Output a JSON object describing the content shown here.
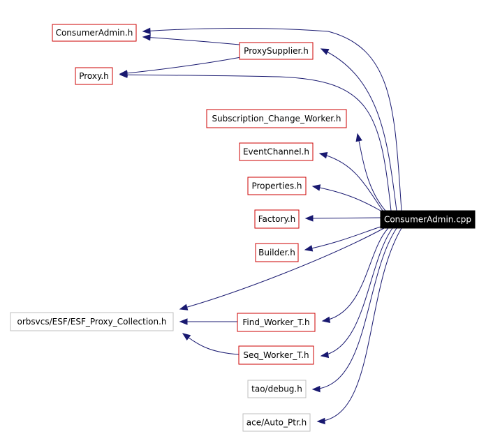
{
  "diagram": {
    "source_node": "ConsumerAdmin.cpp",
    "nodes": [
      {
        "id": "consumeradmin-h",
        "label": "ConsumerAdmin.h",
        "style": "red"
      },
      {
        "id": "proxysupplier-h",
        "label": "ProxySupplier.h",
        "style": "red"
      },
      {
        "id": "proxy-h",
        "label": "Proxy.h",
        "style": "red"
      },
      {
        "id": "subscription-change-worker-h",
        "label": "Subscription_Change_Worker.h",
        "style": "red"
      },
      {
        "id": "eventchannel-h",
        "label": "EventChannel.h",
        "style": "red"
      },
      {
        "id": "properties-h",
        "label": "Properties.h",
        "style": "red"
      },
      {
        "id": "factory-h",
        "label": "Factory.h",
        "style": "red"
      },
      {
        "id": "builder-h",
        "label": "Builder.h",
        "style": "red"
      },
      {
        "id": "esf-proxy-collection-h",
        "label": "orbsvcs/ESF/ESF_Proxy_Collection.h",
        "style": "gray"
      },
      {
        "id": "find-worker-t-h",
        "label": "Find_Worker_T.h",
        "style": "red"
      },
      {
        "id": "seq-worker-t-h",
        "label": "Seq_Worker_T.h",
        "style": "red"
      },
      {
        "id": "tao-debug-h",
        "label": "tao/debug.h",
        "style": "gray"
      },
      {
        "id": "ace-auto-ptr-h",
        "label": "ace/Auto_Ptr.h",
        "style": "gray"
      },
      {
        "id": "consumeradmin-cpp",
        "label": "ConsumerAdmin.cpp",
        "style": "black"
      }
    ],
    "edges": [
      {
        "from": "consumeradmin-cpp",
        "to": "consumeradmin-h"
      },
      {
        "from": "consumeradmin-cpp",
        "to": "proxysupplier-h"
      },
      {
        "from": "consumeradmin-cpp",
        "to": "proxy-h"
      },
      {
        "from": "consumeradmin-cpp",
        "to": "subscription-change-worker-h"
      },
      {
        "from": "consumeradmin-cpp",
        "to": "eventchannel-h"
      },
      {
        "from": "consumeradmin-cpp",
        "to": "properties-h"
      },
      {
        "from": "consumeradmin-cpp",
        "to": "factory-h"
      },
      {
        "from": "consumeradmin-cpp",
        "to": "builder-h"
      },
      {
        "from": "consumeradmin-cpp",
        "to": "esf-proxy-collection-h"
      },
      {
        "from": "consumeradmin-cpp",
        "to": "find-worker-t-h"
      },
      {
        "from": "consumeradmin-cpp",
        "to": "seq-worker-t-h"
      },
      {
        "from": "consumeradmin-cpp",
        "to": "tao-debug-h"
      },
      {
        "from": "consumeradmin-cpp",
        "to": "ace-auto-ptr-h"
      },
      {
        "from": "proxysupplier-h",
        "to": "consumeradmin-h"
      },
      {
        "from": "proxysupplier-h",
        "to": "proxy-h"
      },
      {
        "from": "find-worker-t-h",
        "to": "esf-proxy-collection-h"
      },
      {
        "from": "seq-worker-t-h",
        "to": "esf-proxy-collection-h"
      }
    ],
    "colors": {
      "edge": "#191970",
      "node_border_red": "#cc0000",
      "node_border_gray": "#bfbfbf",
      "node_fill_black": "#000000",
      "text_dark": "#000000",
      "text_light": "#ffffff"
    }
  }
}
